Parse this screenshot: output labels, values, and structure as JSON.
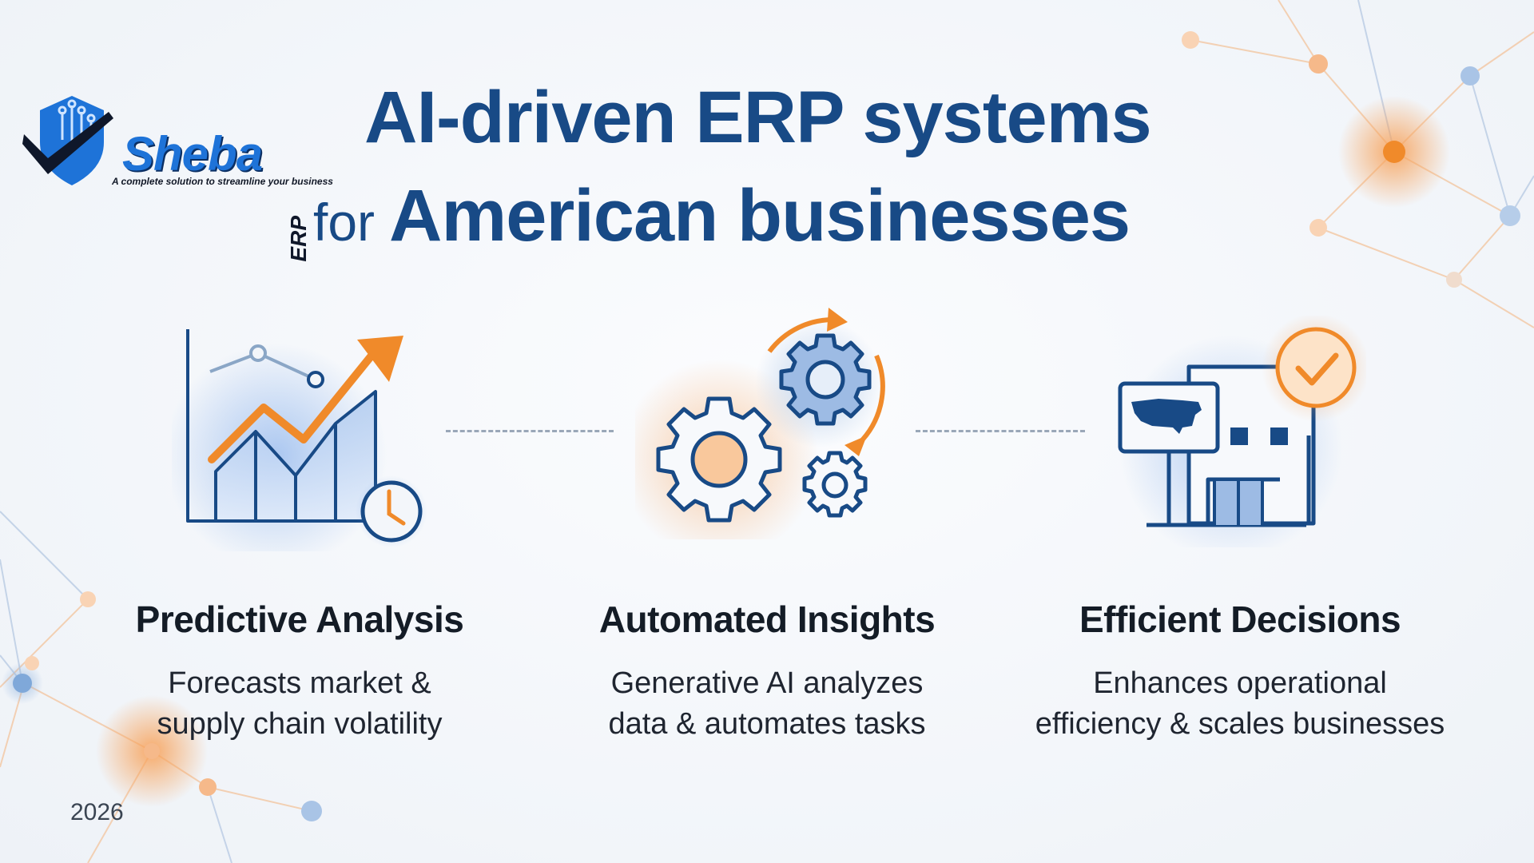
{
  "logo": {
    "name": "Sheba",
    "suffix": "ERP",
    "tagline": "A complete solution to streamline your business"
  },
  "title": {
    "line1": "AI-driven ERP systems",
    "line2_prefix": "for",
    "line2": "American businesses"
  },
  "features": [
    {
      "icon": "growth-chart-clock-icon",
      "title": "Predictive Analysis",
      "desc_line1": "Forecasts market &",
      "desc_line2": "supply chain volatility"
    },
    {
      "icon": "gears-cycle-icon",
      "title": "Automated Insights",
      "desc_line1": "Generative AI analyzes",
      "desc_line2": "data & automates tasks"
    },
    {
      "icon": "building-map-check-icon",
      "title": "Efficient Decisions",
      "desc_line1": "Enhances operational",
      "desc_line2": "efficiency & scales businesses"
    }
  ],
  "footer": {
    "year": "2026"
  },
  "colors": {
    "primary_blue": "#184a86",
    "accent_orange": "#f08a2a",
    "light_blue": "#5a8fd8",
    "text_dark": "#141c26"
  }
}
